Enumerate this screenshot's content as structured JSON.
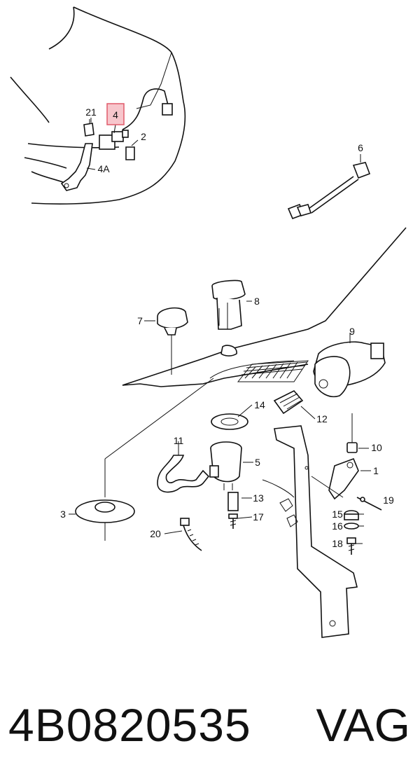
{
  "diagram": {
    "callouts": [
      {
        "id": "4",
        "label": "4",
        "highlighted": true
      },
      {
        "id": "21",
        "label": "21"
      },
      {
        "id": "2",
        "label": "2"
      },
      {
        "id": "4A",
        "label": "4A"
      },
      {
        "id": "6",
        "label": "6"
      },
      {
        "id": "8",
        "label": "8"
      },
      {
        "id": "7",
        "label": "7"
      },
      {
        "id": "9",
        "label": "9"
      },
      {
        "id": "14",
        "label": "14"
      },
      {
        "id": "12",
        "label": "12"
      },
      {
        "id": "11",
        "label": "11"
      },
      {
        "id": "10",
        "label": "10"
      },
      {
        "id": "5",
        "label": "5"
      },
      {
        "id": "1",
        "label": "1"
      },
      {
        "id": "3",
        "label": "3"
      },
      {
        "id": "13",
        "label": "13"
      },
      {
        "id": "19",
        "label": "19"
      },
      {
        "id": "17",
        "label": "17"
      },
      {
        "id": "15",
        "label": "15"
      },
      {
        "id": "16",
        "label": "16"
      },
      {
        "id": "20",
        "label": "20"
      },
      {
        "id": "18",
        "label": "18"
      }
    ],
    "highlight_color": "#e05a6a",
    "highlight_fill": "#f7c6cc"
  },
  "footer": {
    "part_number": "4B0820535",
    "brand": "VAG"
  }
}
